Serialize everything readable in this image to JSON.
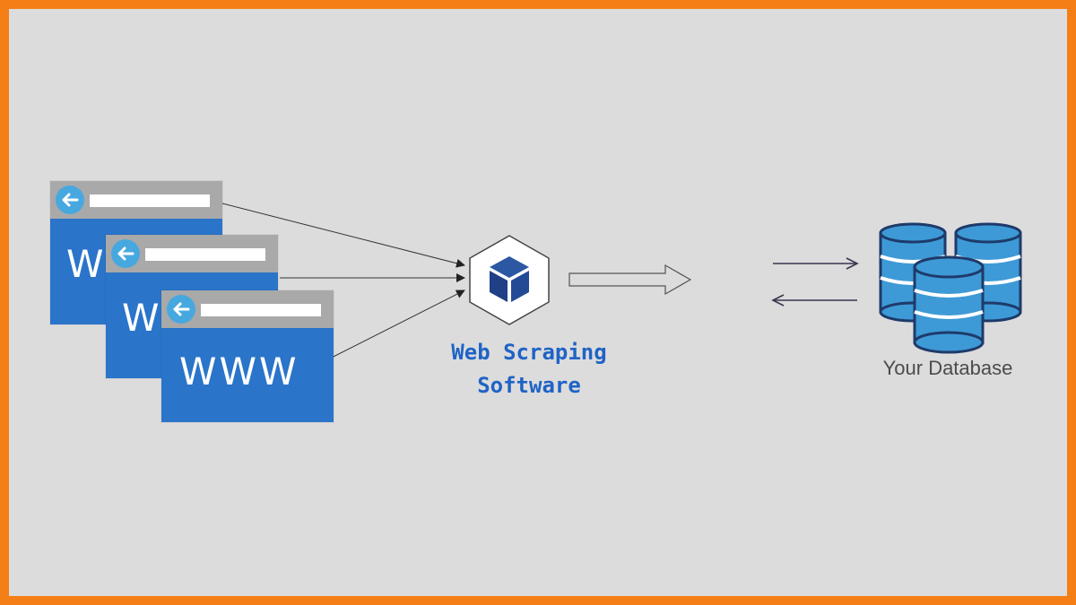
{
  "browser_windows": [
    {
      "label": "WWW"
    },
    {
      "label": "WWW"
    },
    {
      "label": "WWW"
    }
  ],
  "software": {
    "title_line1": "Web Scraping",
    "title_line2": "Software"
  },
  "database": {
    "label": "Your Database"
  },
  "colors": {
    "border": "#f57f17",
    "background": "#dcdcdc",
    "browser_blue": "#2a74c9",
    "accent_blue": "#1f63c6",
    "db_blue": "#3d9ad6"
  },
  "icons": [
    "back-arrow-icon",
    "cube-icon",
    "database-icon"
  ]
}
